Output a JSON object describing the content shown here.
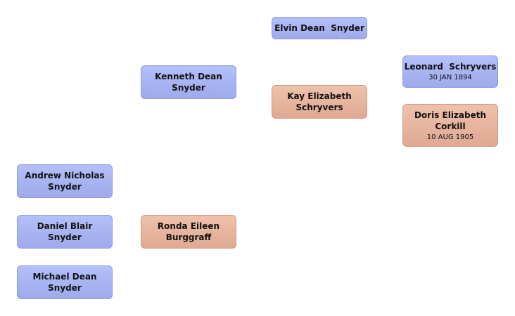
{
  "tree": {
    "children": [
      {
        "name": "Andrew Nicholas\nSnyder",
        "sex": "male"
      },
      {
        "name": "Daniel Blair\nSnyder",
        "sex": "male"
      },
      {
        "name": "Michael Dean\nSnyder",
        "sex": "male"
      }
    ],
    "parents": {
      "father": {
        "name": "Kenneth Dean\nSnyder",
        "sex": "male"
      },
      "mother": {
        "name": "Ronda Eileen\nBurggraff",
        "sex": "female"
      }
    },
    "grandparents": {
      "father": {
        "name": "Elvin Dean  Snyder",
        "sex": "male"
      },
      "mother": {
        "name": "Kay Elizabeth\nSchryvers",
        "sex": "female"
      }
    },
    "great_grandparents": {
      "father": {
        "name": "Leonard  Schryvers",
        "date": "30 JAN 1894",
        "sex": "male"
      },
      "mother": {
        "name": "Doris Elizabeth\nCorkill",
        "date": "10 AUG 1905",
        "sex": "female"
      }
    }
  },
  "colors": {
    "male_box": "#a8b4f4",
    "female_box": "#e8b5a0"
  }
}
